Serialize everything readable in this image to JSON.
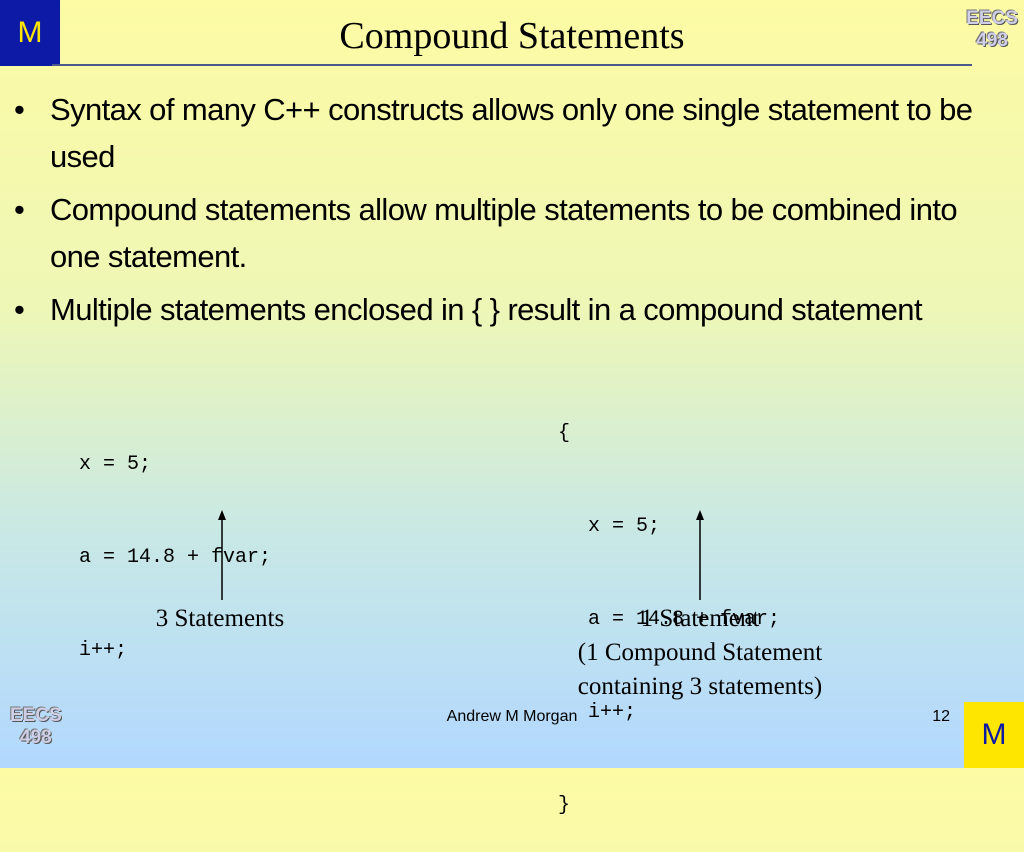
{
  "logo": {
    "letter": "M"
  },
  "badge": {
    "line1": "EECS",
    "line2": "498"
  },
  "title": "Compound Statements",
  "bullets": [
    {
      "marker": "•",
      "text": "Syntax of many C++ constructs allows only one single statement to be used"
    },
    {
      "marker": "•",
      "text": "Compound statements allow multiple statements to be combined into one statement."
    },
    {
      "marker": "•",
      "text": "Multiple statements enclosed in { } result in a compound statement"
    }
  ],
  "code_left": [
    "x = 5;",
    "a = 14.8 + fvar;",
    "i++;"
  ],
  "code_right": {
    "open": "{",
    "lines": [
      "x = 5;",
      "a = 14.8 + fvar;",
      "i++;"
    ],
    "close": "}"
  },
  "caption_left": "3 Statements",
  "caption_right": [
    "1 Statement",
    "(1 Compound Statement",
    "containing 3 statements)"
  ],
  "footer": {
    "author": "Andrew M Morgan",
    "page": "12"
  },
  "colors": {
    "logo_blue": "#0c1aa6",
    "logo_yellow": "#ffe600"
  }
}
